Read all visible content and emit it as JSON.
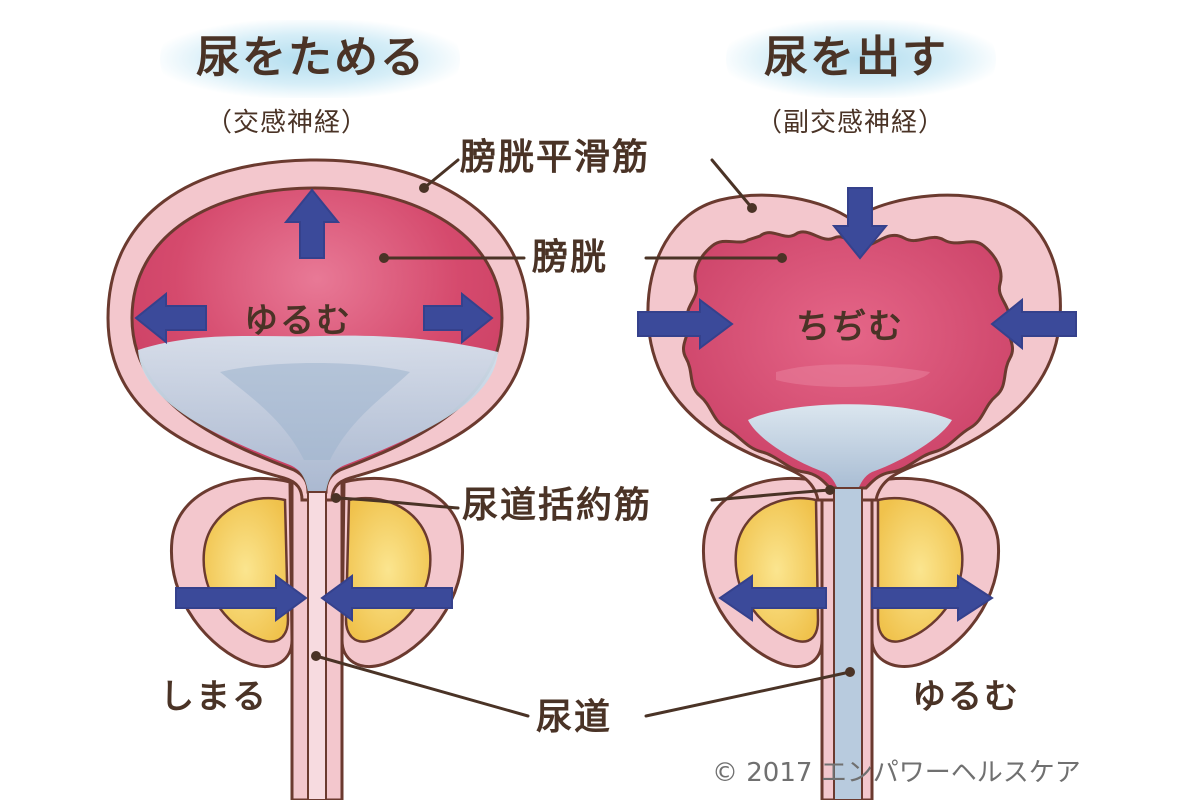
{
  "left": {
    "title": "尿をためる",
    "subtitle": "（交感神経）",
    "bladder_state": "ゆるむ",
    "sphincter_state": "しまる"
  },
  "right": {
    "title": "尿を出す",
    "subtitle": "（副交感神経）",
    "bladder_state": "ちぢむ",
    "sphincter_state": "ゆるむ"
  },
  "labels": {
    "detrusor": "膀胱平滑筋",
    "bladder": "膀胱",
    "sphincter": "尿道括約筋",
    "urethra": "尿道"
  },
  "copyright": "© 2017 エンパワーヘルスケア",
  "colors": {
    "outline": "#6b3a2f",
    "wall": "#f3c7cd",
    "bladder_fill": "#d94e72",
    "urine": "#b9cfe0",
    "prostate": "#f5cf5a",
    "arrow": "#3b4a9a",
    "title_bg": "#bfe3f1",
    "text": "#4a3326"
  }
}
